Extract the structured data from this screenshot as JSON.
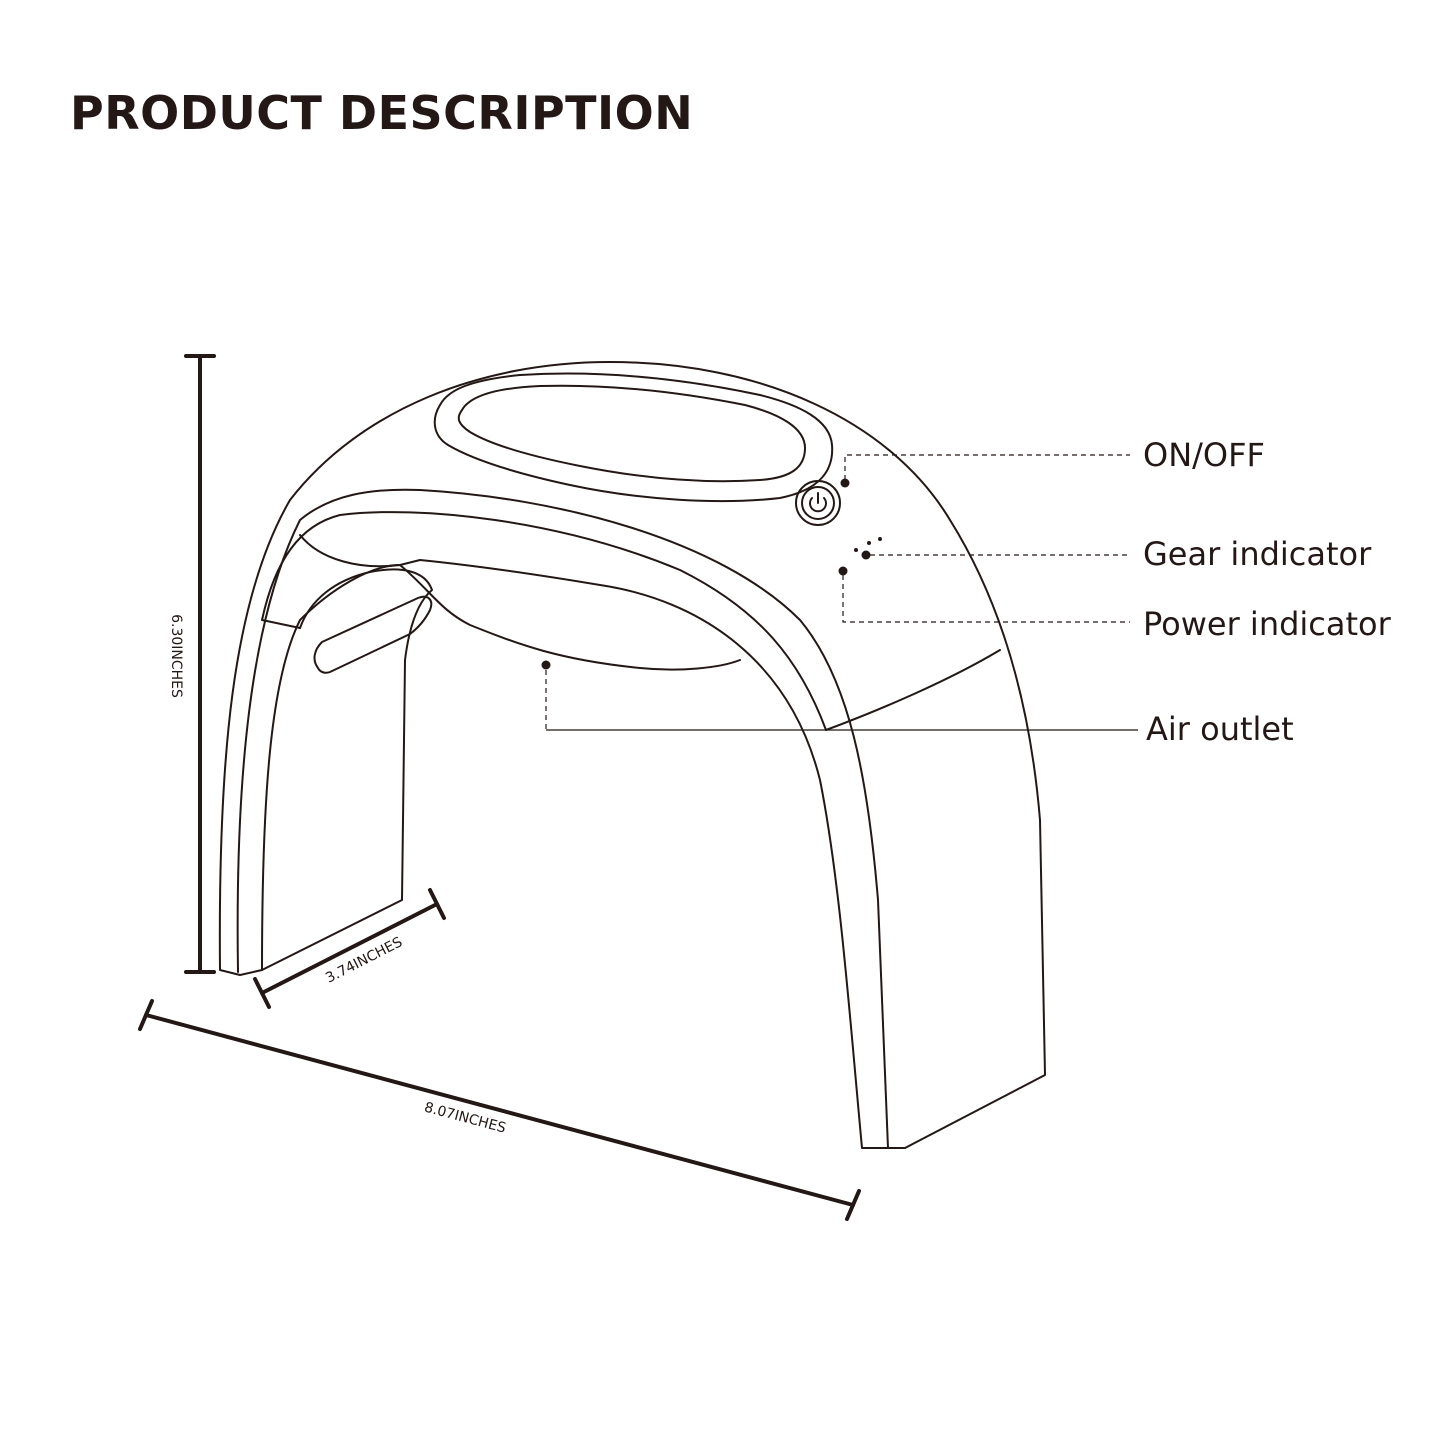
{
  "title": "PRODUCT DESCRIPTION",
  "callouts": {
    "on_off": "ON/OFF",
    "gear_indicator": "Gear indicator",
    "power_indicator": "Power indicator",
    "air_outlet": "Air outlet"
  },
  "dimensions": {
    "height": "6.30INCHES",
    "depth": "3.74INCHES",
    "width": "8.07INCHES"
  },
  "colors": {
    "line": "#231815",
    "background": "#ffffff"
  }
}
